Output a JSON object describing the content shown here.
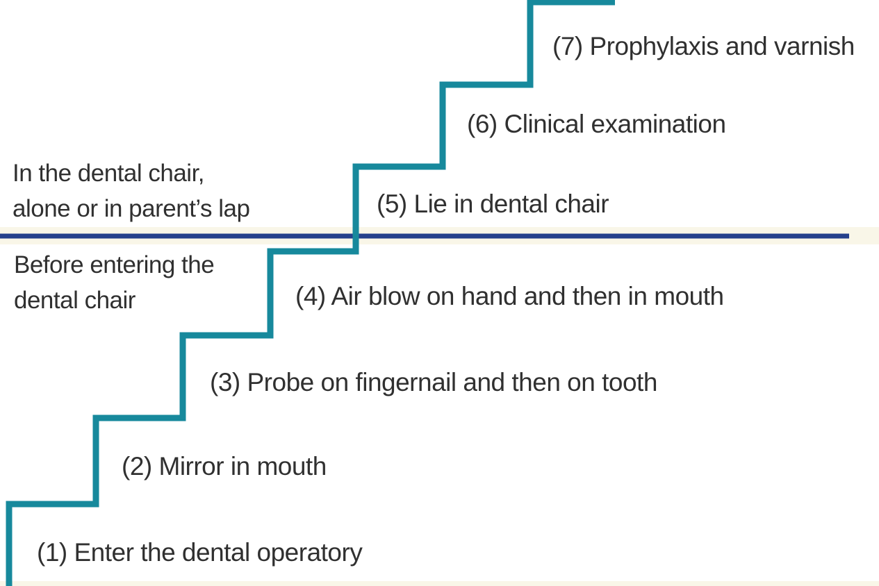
{
  "figure": {
    "steps": [
      {
        "label": "(1) Enter the dental operatory"
      },
      {
        "label": "(2) Mirror in mouth"
      },
      {
        "label": "(3) Probe on fingernail and then on tooth"
      },
      {
        "label": "(4) Air blow on hand and then in mouth"
      },
      {
        "label": "(5) Lie in dental chair"
      },
      {
        "label": "(6) Clinical examination"
      },
      {
        "label": "(7) Prophylaxis and varnish"
      }
    ],
    "zones": {
      "above_line_1": "In the dental chair,",
      "above_line_2": "alone or in parent’s lap",
      "below_line_1": "Before entering the",
      "below_line_2": "dental chair"
    },
    "colors": {
      "stair": "#17899c",
      "divider": "#26418b",
      "text": "#303030",
      "band": "#f9f6e8",
      "background": "#ffffff"
    }
  }
}
